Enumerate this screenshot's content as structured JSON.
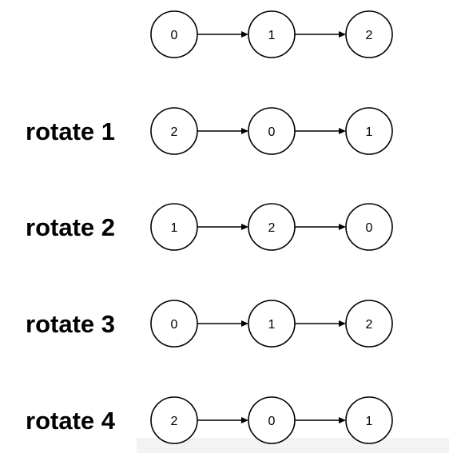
{
  "rows": [
    {
      "label": "",
      "nodes": [
        "0",
        "1",
        "2"
      ]
    },
    {
      "label": "rotate 1",
      "nodes": [
        "2",
        "0",
        "1"
      ]
    },
    {
      "label": "rotate 2",
      "nodes": [
        "1",
        "2",
        "0"
      ]
    },
    {
      "label": "rotate 3",
      "nodes": [
        "0",
        "1",
        "2"
      ]
    },
    {
      "label": "rotate 4",
      "nodes": [
        "2",
        "0",
        "1"
      ]
    }
  ]
}
